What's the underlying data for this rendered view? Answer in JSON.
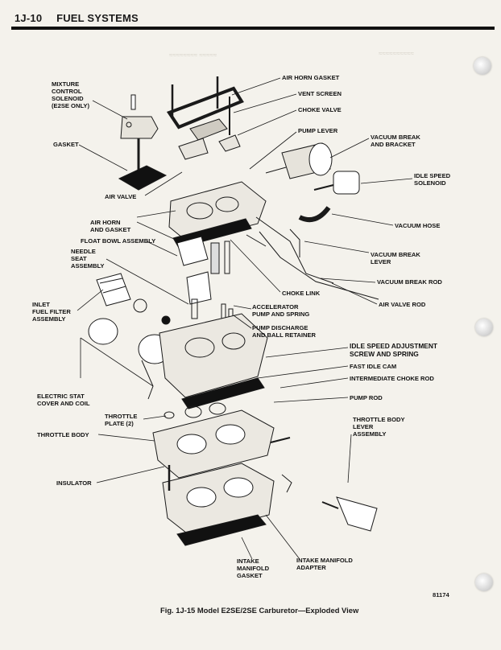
{
  "header": {
    "page_number": "1J-10",
    "section_title": "FUEL SYSTEMS"
  },
  "labels": {
    "mixture_control_solenoid": [
      "MIXTURE",
      "CONTROL",
      "SOLENOID",
      "(E2SE ONLY)"
    ],
    "air_horn_gasket": "AIR HORN GASKET",
    "vent_screen": "VENT SCREEN",
    "choke_valve": "CHOKE VALVE",
    "pump_lever": "PUMP LEVER",
    "vacuum_break_and_bracket": [
      "VACUUM BREAK",
      "AND BRACKET"
    ],
    "gasket": "GASKET",
    "idle_speed_solenoid": [
      "IDLE SPEED",
      "SOLENOID"
    ],
    "air_valve": "AIR VALVE",
    "air_horn_and_gasket": [
      "AIR HORN",
      "AND GASKET"
    ],
    "vacuum_hose": "VACUUM HOSE",
    "float_bowl_assembly": "FLOAT BOWL ASSEMBLY",
    "needle_seat_assembly": [
      "NEEDLE",
      "SEAT",
      "ASSEMBLY"
    ],
    "vacuum_break_lever": [
      "VACUUM BREAK",
      "LEVER"
    ],
    "vacuum_break_rod": "VACUUM BREAK ROD",
    "choke_link": "CHOKE LINK",
    "air_valve_rod": "AIR VALVE ROD",
    "inlet_fuel_filter_assembly": [
      "INLET",
      "FUEL FILTER",
      "ASSEMBLY"
    ],
    "accelerator_pump_and_spring": [
      "ACCELERATOR",
      "PUMP AND SPRING"
    ],
    "pump_discharge_and_ball_retainer": [
      "PUMP DISCHARGE",
      "AND BALL RETAINER"
    ],
    "idle_speed_adjustment_screw": [
      "IDLE SPEED ADJUSTMENT",
      "SCREW AND SPRING"
    ],
    "fast_idle_cam": "FAST IDLE CAM",
    "intermediate_choke_rod": "INTERMEDIATE CHOKE ROD",
    "electric_stat_cover_and_coil": [
      "ELECTRIC STAT",
      "COVER AND COIL"
    ],
    "pump_rod": "PUMP ROD",
    "throttle_plate": [
      "THROTTLE",
      "PLATE (2)"
    ],
    "throttle_body_lever_assembly": [
      "THROTTLE BODY",
      "LEVER",
      "ASSEMBLY"
    ],
    "throttle_body": "THROTTLE BODY",
    "insulator": "INSULATOR",
    "intake_manifold_gasket": [
      "INTAKE",
      "MANIFOLD",
      "GASKET"
    ],
    "intake_manifold_adapter": [
      "INTAKE MANIFOLD",
      "ADAPTER"
    ]
  },
  "figure": {
    "caption": "Fig. 1J-15   Model E2SE/2SE Carburetor—Exploded View",
    "number": "81174"
  }
}
